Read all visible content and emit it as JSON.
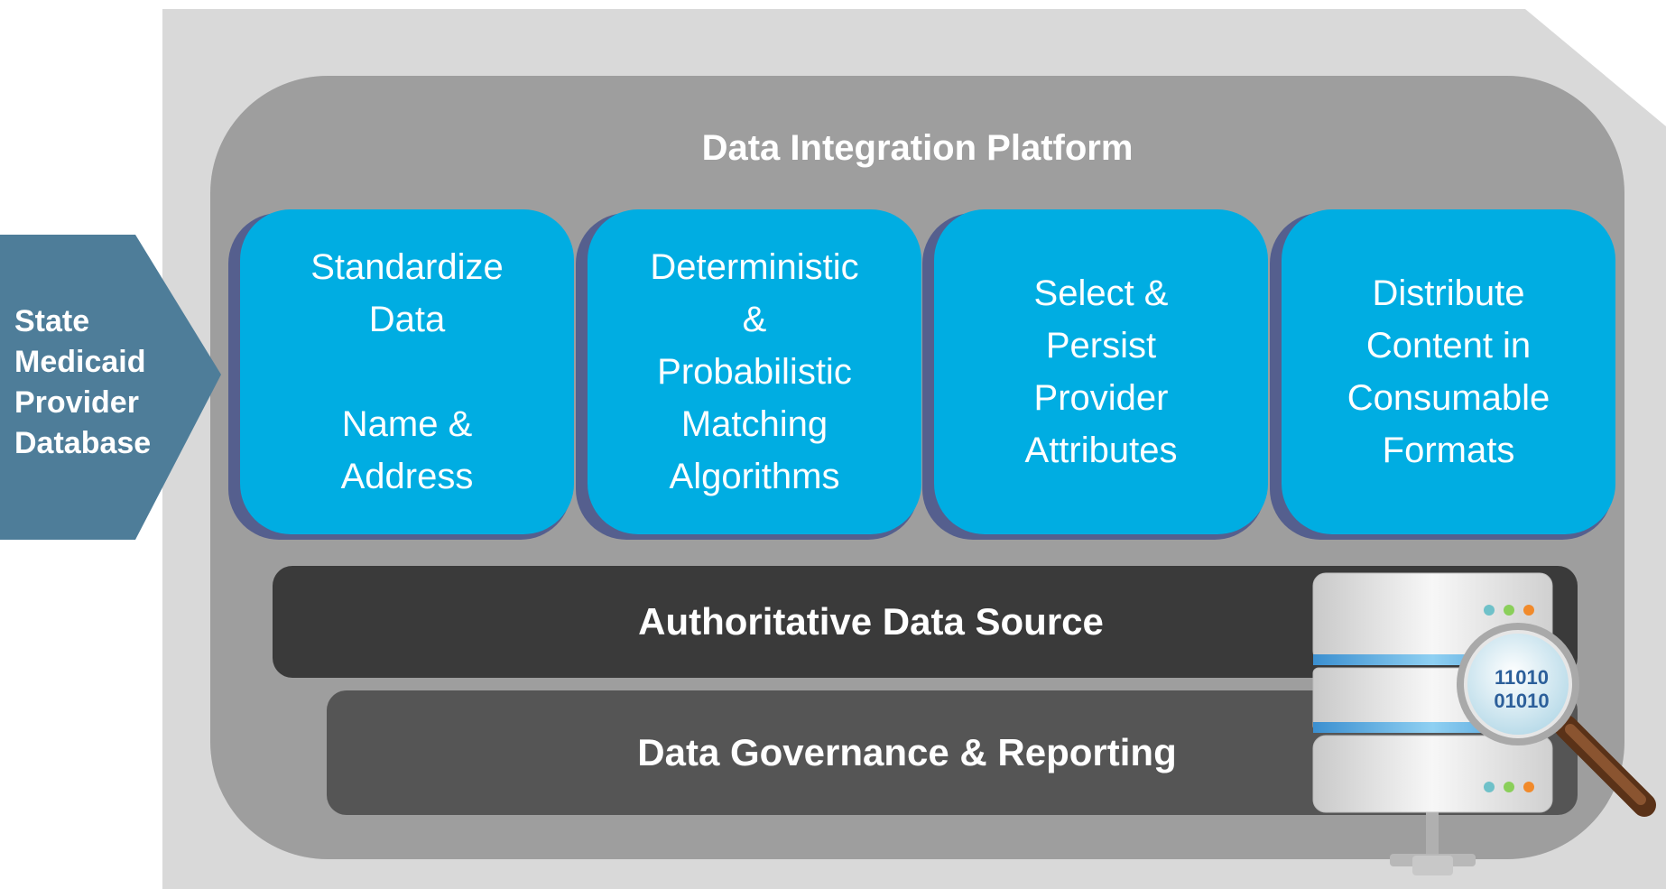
{
  "platform": {
    "title": "Data Integration Platform"
  },
  "source": {
    "lines": [
      "State",
      "Medicaid",
      "Provider",
      "Database"
    ]
  },
  "steps": [
    {
      "lines": [
        "Standardize",
        "Data"
      ],
      "sub_lines": [
        "Name &",
        "Address"
      ]
    },
    {
      "lines": [
        "Deterministic",
        "&",
        "Probabilistic",
        "Matching",
        "Algorithms"
      ]
    },
    {
      "lines": [
        "Select &",
        "Persist",
        "Provider",
        "Attributes"
      ]
    },
    {
      "lines": [
        "Distribute",
        "Content in",
        "Consumable",
        "Formats"
      ]
    }
  ],
  "layers": {
    "authoritative": "Authoritative Data Source",
    "governance": "Data Governance & Reporting"
  },
  "server_icon": {
    "name": "database-server-magnifier-icon",
    "binary_lines": [
      "11010",
      "01010"
    ]
  },
  "colors": {
    "outer_panel": "#d9d9d9",
    "platform": "#9e9e9e",
    "step_box": "#00ade2",
    "step_shadow": "#555f8e",
    "source_arrow": "#4e7d99",
    "authoritative_bar": "#3a3a3a",
    "governance_bar": "#555555"
  }
}
